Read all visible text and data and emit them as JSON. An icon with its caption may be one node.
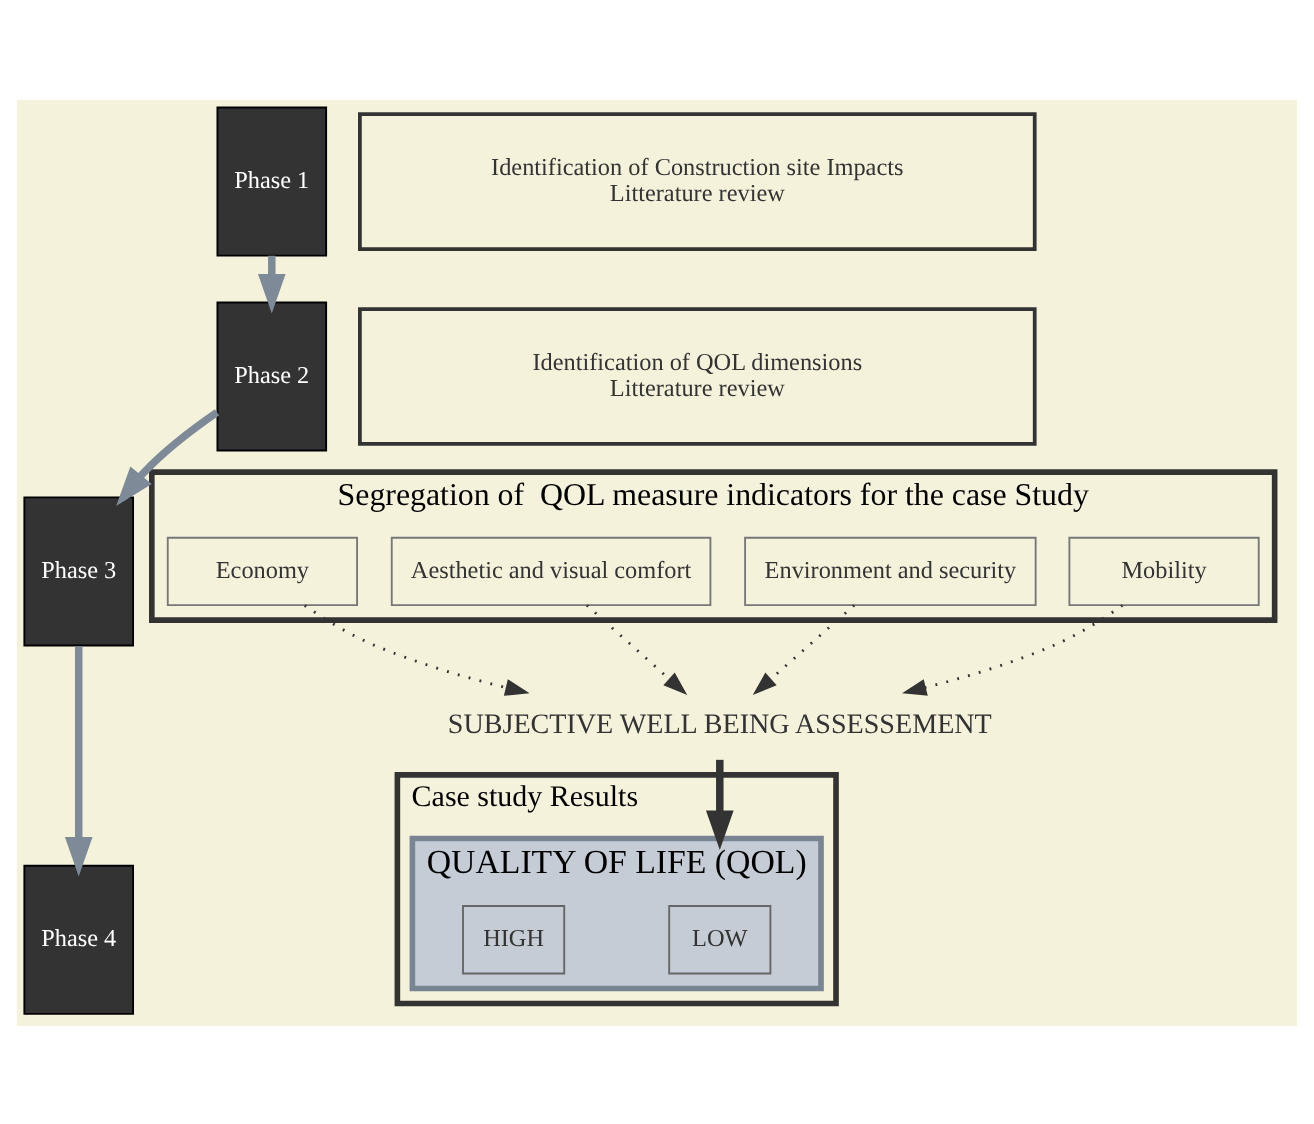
{
  "diagram": {
    "nodes": [
      {
        "text": [
          "Phase 1"
        ]
      },
      {
        "text": [
          "Identification of Construction site Impacts",
          "Litterature review"
        ]
      },
      {
        "text": [
          "Phase 2"
        ]
      },
      {
        "text": [
          "Identification of QOL dimensions",
          "Litterature review"
        ]
      },
      {
        "text": [
          "Phase 3"
        ]
      },
      {
        "text": [
          "Segregation of  QOL measure indicators for the case Study"
        ]
      },
      {
        "text": [
          "Mobility"
        ],
        "in": 5
      },
      {
        "text": [
          "Environment and security"
        ],
        "in": 5
      },
      {
        "text": [
          "Aesthetic and visual comfort"
        ],
        "in": 5
      },
      {
        "text": [
          "Economy"
        ],
        "in": 5
      },
      {
        "text": [
          "SUBJECTIVE WELL BEING ASSESSEMENT"
        ]
      },
      {
        "text": [
          "Phase 4"
        ]
      },
      {
        "text": [
          "Case study Results"
        ]
      },
      {
        "text": [
          "QUALITY OF LIFE (QOL)"
        ],
        "in": 12
      },
      {
        "text": [
          "LOW"
        ],
        "in": 13
      },
      {
        "text": [
          "HIGH"
        ],
        "in": 13
      }
    ],
    "edges": [
      {
        "from": 0,
        "to": 2,
        "arrow": "to",
        "style": "thick",
        "color": "#7f8a99"
      },
      {
        "from": 2,
        "to": 4,
        "arrow": "to",
        "style": "thick",
        "color": "#7f8a99"
      },
      {
        "from": 4,
        "to": 11,
        "arrow": "to",
        "style": "thick",
        "color": "#7f8a99"
      },
      {
        "from": 6,
        "to": 10,
        "arrow": "to",
        "style": "dashed"
      },
      {
        "from": 7,
        "to": 10,
        "arrow": "to",
        "style": "dashed"
      },
      {
        "from": 8,
        "to": 10,
        "arrow": "to",
        "style": "dashed"
      },
      {
        "from": 9,
        "to": 10,
        "arrow": "to",
        "style": "dashed"
      },
      {
        "from": 10,
        "to": 13,
        "arrow": "to",
        "style": "thick"
      }
    ]
  }
}
